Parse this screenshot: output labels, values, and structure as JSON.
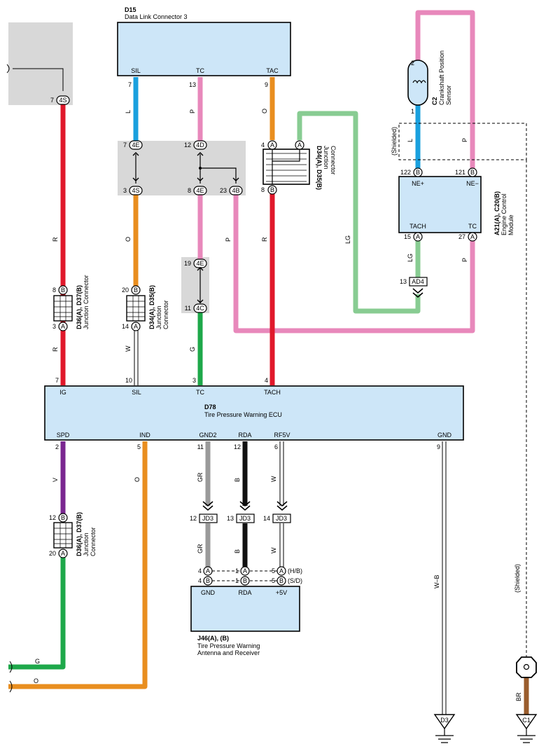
{
  "colors": {
    "red": "#e0182b",
    "blue": "#1aa0de",
    "pink": "#e888bb",
    "orange": "#e98e1f",
    "green": "#1ea84a",
    "lightgreen": "#88cc92",
    "purple": "#7a2790",
    "black": "#111111",
    "gray": "#9a9a9a",
    "brown": "#9a5d2d",
    "box_fill": "#cde6f8",
    "junction_gray": "#d8d8d8"
  },
  "d15": {
    "id": "D15",
    "name": "Data Link Connector 3",
    "pins": {
      "sil": "SIL",
      "tc": "TC",
      "tac": "TAC"
    },
    "nums": {
      "sil": "7",
      "tc": "13",
      "tac": "9"
    }
  },
  "c2": {
    "id": "C2",
    "name1": "Crankshaft Position",
    "name2": "Sensor",
    "pin_top": "2",
    "pin_bot": "1"
  },
  "shielded": "(Shielded)",
  "ecm": {
    "id": "A21(A), C20(B)",
    "name1": "Engine Control",
    "name2": "Module",
    "pins": {
      "nep": "NE+",
      "nem": "NE−",
      "tach": "TACH",
      "tc": "TC"
    },
    "nums": {
      "nep": "122",
      "nem": "121",
      "tach": "15",
      "tc": "27"
    },
    "letters": {
      "b": "B",
      "a": "A"
    }
  },
  "d78": {
    "id": "D78",
    "name": "Tire Pressure Warning ECU",
    "top_pins": [
      "IG",
      "SIL",
      "TC",
      "TACH"
    ],
    "top_nums": [
      "7",
      "10",
      "3",
      "4"
    ],
    "bottom_pins": [
      "SPD",
      "IND",
      "GND2",
      "RDA",
      "RF5V",
      "GND"
    ],
    "bottom_nums": [
      "2",
      "5",
      "11",
      "12",
      "6",
      "9"
    ]
  },
  "j46": {
    "id": "J46(A), (B)",
    "name1": "Tire Pressure Warning",
    "name2": "Antenna and Receiver",
    "pins": [
      "GND",
      "RDA",
      "+5V"
    ],
    "row_a": [
      "4",
      "1",
      "5"
    ],
    "row_b": [
      "4",
      "1",
      "5"
    ],
    "hb": "(H/B)",
    "sd": "(S/D)"
  },
  "junctions": {
    "d36": {
      "id": "D36(A), D37(B)",
      "name1": "Junction Connector"
    },
    "d34": {
      "id": "D34(A), D35(B)",
      "name1": "Junction",
      "name2": "Connector"
    },
    "d34top": {
      "id": "D34(A), D35(B)",
      "name1": "Junction",
      "name2": "Connector"
    },
    "d36b": {
      "id": "D36(A), D37(B)",
      "name1": "Junction",
      "name2": "Connector"
    }
  },
  "connectors": {
    "c7_4s": "4S",
    "c7_4s_num": "7",
    "c4e_top": "4E",
    "c4e_top_num": "7",
    "c4d": "4D",
    "c4d_num": "12",
    "c4s_b": "4S",
    "c4s_b_num": "3",
    "c4e_mid": "4E",
    "c4e_mid_num": "8",
    "c4b": "4B",
    "c4b_num": "23",
    "c4e_low": "4E",
    "c4e_low_num": "19",
    "c4c": "4C",
    "c4c_num": "11",
    "ad4": "AD4",
    "ad4_num": "13",
    "jd3": "JD3",
    "jd3_nums": [
      "12",
      "13",
      "14"
    ]
  },
  "pin_letters": {
    "a": "A",
    "b": "B"
  },
  "junction_pins": {
    "d36_top": "8",
    "d36_bot": "3",
    "d34_top": "20",
    "d34_bot": "14",
    "d34t_left": "4",
    "d34t_bot": "8",
    "d36b_top": "12",
    "d36b_bot": "20"
  },
  "wire_labels": {
    "l1": "L",
    "p1": "P",
    "o1": "O",
    "r1": "R",
    "o2": "O",
    "p2": "P",
    "r2": "R",
    "lg1": "LG",
    "l2": "L",
    "p3": "P",
    "lg2": "LG",
    "p4": "P",
    "r3": "R",
    "w1": "W",
    "g1": "G",
    "v1": "V",
    "o3": "O",
    "gr1": "GR",
    "b1": "B",
    "w2": "W",
    "gr2": "GR",
    "b2": "B",
    "w3": "W",
    "wb": "W–B",
    "g2": "G",
    "o4": "O",
    "br": "BR"
  },
  "grounds": {
    "d3": "D3",
    "c1": "C1"
  }
}
